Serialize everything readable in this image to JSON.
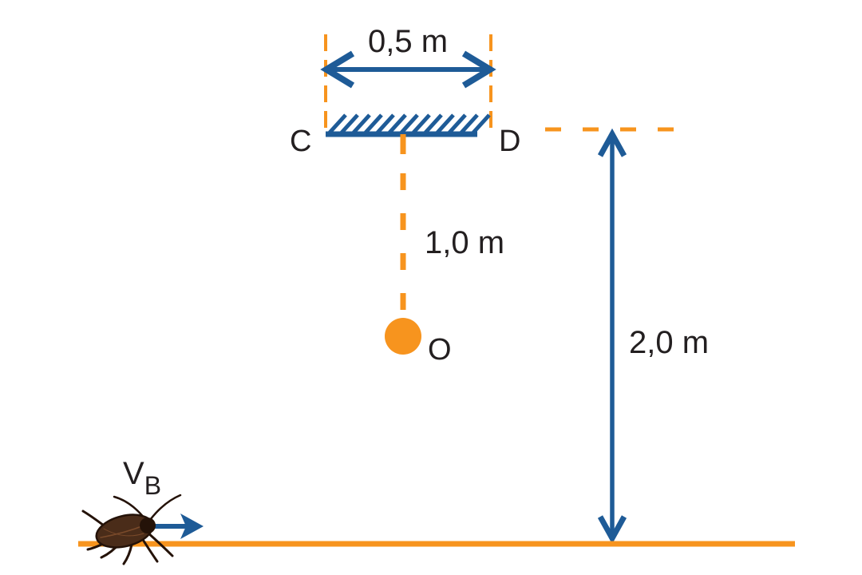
{
  "figure": {
    "title": "Pendulum above ground with moving cockroach",
    "type": "physics-diagram"
  },
  "labels": {
    "span_width": "0,5 m",
    "point_c": "C",
    "point_d": "D",
    "string_length": "1,0 m",
    "point_o": "O",
    "drop_height": "2,0 m",
    "velocity_main": "V",
    "velocity_sub": "B"
  },
  "colors": {
    "blue": "#1e5b97",
    "orange": "#f7941e",
    "text": "#231f20",
    "bug_body": "#4a2c19",
    "bug_dark": "#241208",
    "bug_light": "#7a4a2a",
    "background": "#ffffff"
  }
}
